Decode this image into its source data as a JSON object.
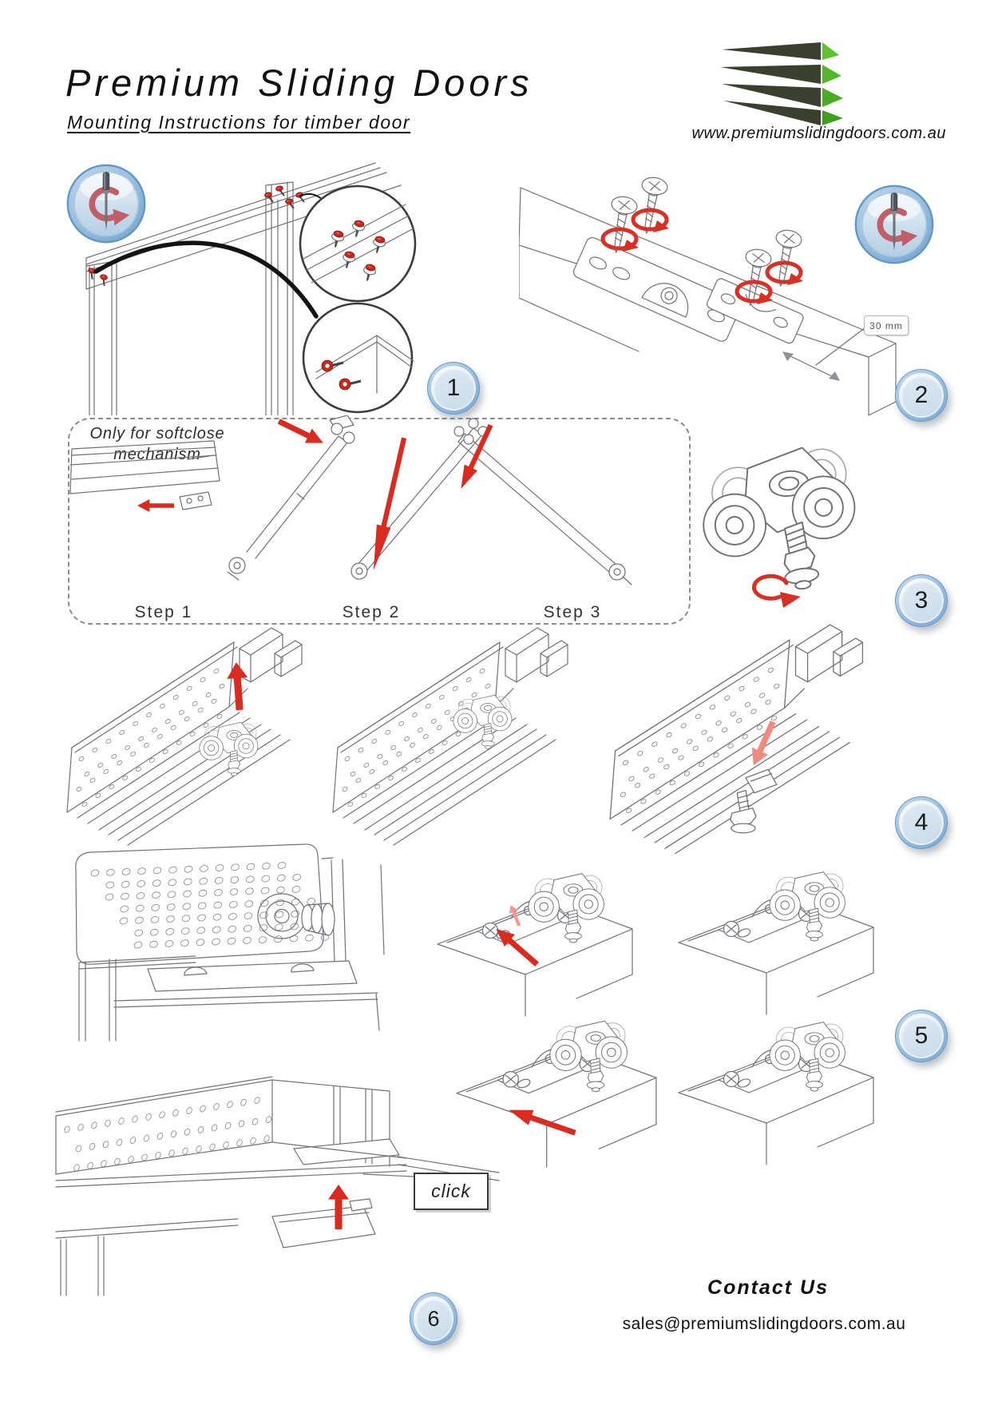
{
  "document": {
    "title": "Premium Sliding Doors",
    "subtitle": "Mounting Instructions for timber door",
    "website": "www.premiumslidingdoors.com.au"
  },
  "step_badges": [
    "1",
    "2",
    "3",
    "4",
    "5",
    "6"
  ],
  "softclose_box": {
    "note_line1": "Only for softclose",
    "note_line2": "mechanism",
    "step_labels": [
      "Step 1",
      "Step 2",
      "Step 3"
    ]
  },
  "callouts": {
    "dimension": "30 mm",
    "click": "click"
  },
  "footer": {
    "heading": "Contact Us",
    "email": "sales@premiumslidingdoors.com.au"
  },
  "icons": {
    "tool_icon": "screwdriver-rotate-icon",
    "logo": "premium-sliding-doors-logo"
  },
  "colors": {
    "arrow_red": "#d92b20",
    "arrow_salmon": "#ee8c7f",
    "rotation_ring_red": "#d93025",
    "icon_arrow_rose": "#c05f6a",
    "badge_blue": "#8fbadd",
    "logo_dark": "#3a412f",
    "logo_green": "#5bbf2c",
    "lineart_gray": "#6e7277"
  }
}
